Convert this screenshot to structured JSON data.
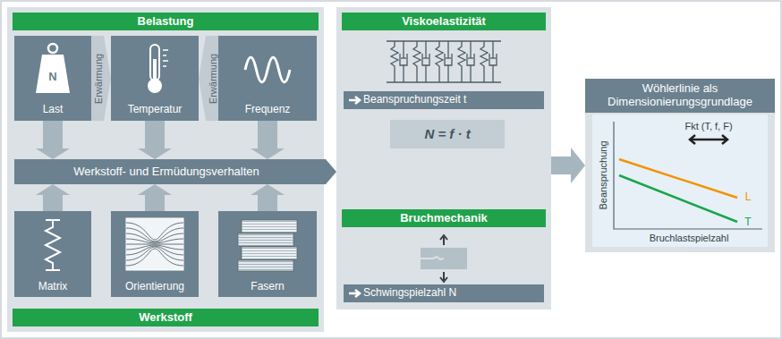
{
  "diagram": {
    "nodes": [
      {
        "text": [
          "Belastung",
          "Werkstoff"
        ]
      },
      {
        "text": [
          "Last"
        ],
        "in": 0
      },
      {
        "text": [
          "Temperatur"
        ],
        "in": 0
      },
      {
        "text": [
          "Frequenz"
        ],
        "in": 0
      },
      {
        "text": [
          "Werkstoff- und Ermüdungsverhalten"
        ],
        "in": 0
      },
      {
        "text": [
          "Matrix"
        ],
        "in": 0
      },
      {
        "text": [
          "Orientierung"
        ],
        "in": 0
      },
      {
        "text": [
          "Fasern"
        ],
        "in": 0
      },
      {
        "text": [
          "Viskoelastizität",
          "Bruchmechanik"
        ]
      },
      {
        "text": [
          "Beanspruchungszeit t"
        ],
        "in": 8
      },
      {
        "text": [
          "N = f · t"
        ],
        "in": 8
      },
      {
        "text": [
          "Schwingspielzahl N"
        ],
        "in": 8
      },
      {
        "text": [
          "Wöhlerlinie als Dimensionierungsgrundlage"
        ]
      }
    ],
    "edges": [
      {
        "from": 1,
        "to": 4,
        "arrow": "to"
      },
      {
        "from": 2,
        "to": 4,
        "arrow": "to"
      },
      {
        "from": 3,
        "to": 4,
        "arrow": "to"
      },
      {
        "from": 5,
        "to": 4,
        "arrow": "to"
      },
      {
        "from": 6,
        "to": 4,
        "arrow": "to"
      },
      {
        "from": 7,
        "to": 4,
        "arrow": "to"
      },
      {
        "from": 1,
        "to": 2,
        "label": "Erwärmung",
        "arrow": "to"
      },
      {
        "from": 3,
        "to": 2,
        "label": "Erwärmung",
        "arrow": "to"
      },
      {
        "from": 4,
        "to": 8,
        "arrow": "to"
      },
      {
        "from": 8,
        "to": 12,
        "arrow": "to"
      }
    ],
    "labels": [
      "N",
      "Fkt (T, f, F)",
      "L",
      "T",
      "Beanspruchung",
      "Bruchlastspielzahl"
    ]
  }
}
